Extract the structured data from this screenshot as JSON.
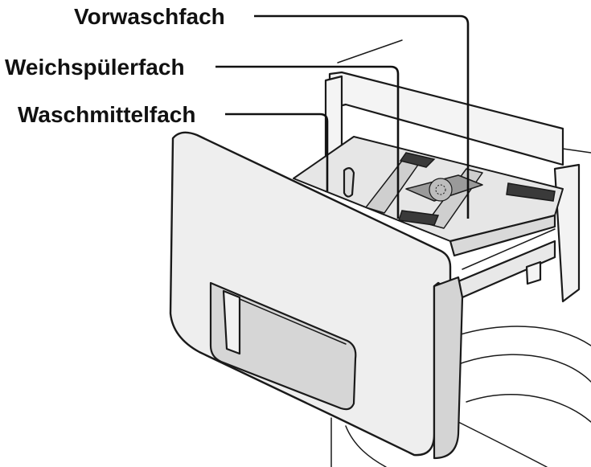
{
  "labels": {
    "prewash": "Vorwaschfach",
    "softener": "Weichspülerfach",
    "detergent": "Waschmittelfach"
  },
  "icons": [
    "washing-machine-drawer-icon"
  ],
  "colors": {
    "ink": "#111111",
    "background": "#ffffff",
    "drawer_face": "#eeeeee",
    "tray": "#e6e6e6"
  }
}
